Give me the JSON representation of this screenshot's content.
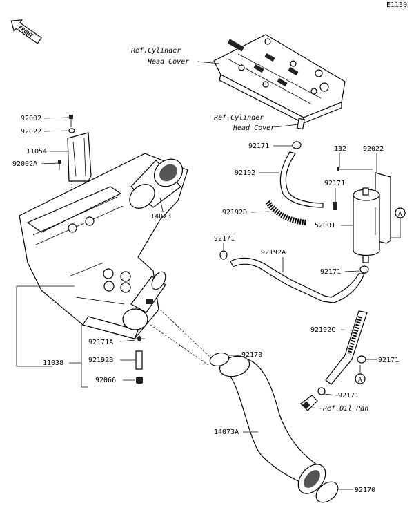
{
  "diagram_code": "E1130",
  "front_label": "FRONT",
  "labels": {
    "p92002": "92002",
    "p92022_left": "92022",
    "p11054": "11054",
    "p92002A": "92002A",
    "p14073": "14073",
    "p11038": "11038",
    "p92171A": "92171A",
    "p92192B": "92192B",
    "p92066": "92066",
    "p92170_top": "92170",
    "p92170_bottom": "92170",
    "p14073A": "14073A",
    "p92171_a": "92171",
    "p92192": "92192",
    "p132": "132",
    "p92022_right": "92022",
    "p92171_b": "92171",
    "p92192D": "92192D",
    "p52001": "52001",
    "p92171_c": "92171",
    "p92192A": "92192A",
    "p92171_d": "92171",
    "p92192C": "92192C",
    "p92171_e": "92171",
    "p92171_f": "92171",
    "ref_cyl_head_cover_1_line1": "Ref.Cylinder",
    "ref_cyl_head_cover_1_line2": "Head Cover",
    "ref_cyl_head_cover_2_line1": "Ref.Cylinder",
    "ref_cyl_head_cover_2_line2": "Head Cover",
    "ref_oil_pan": "Ref.Oil Pan",
    "circle_a_1": "A",
    "circle_a_2": "A"
  }
}
